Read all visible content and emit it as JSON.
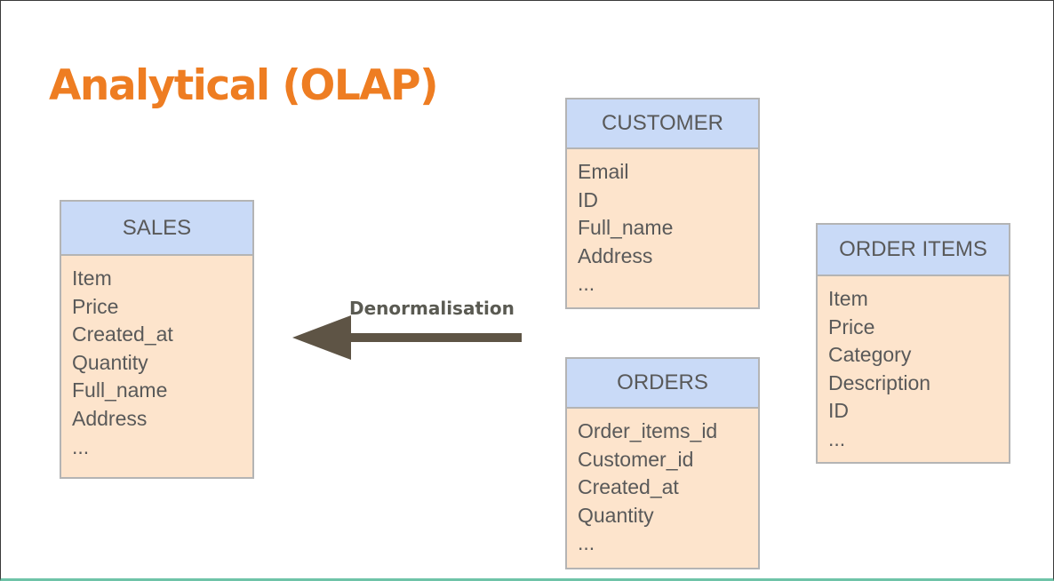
{
  "title": "Analytical (OLAP)",
  "arrow": {
    "label": "Denormalisation",
    "color": "#5e5445"
  },
  "colors": {
    "title": "#ee7d22",
    "header_bg": "#c9daf7",
    "body_bg": "#fde4cc",
    "border": "#b4b4b4",
    "text": "#595959"
  },
  "tables": {
    "sales": {
      "name": "SALES",
      "fields": [
        "Item",
        "Price",
        "Created_at",
        "Quantity",
        "Full_name",
        "Address",
        "..."
      ]
    },
    "customer": {
      "name": "CUSTOMER",
      "fields": [
        "Email",
        "ID",
        "Full_name",
        "Address",
        "..."
      ]
    },
    "orders": {
      "name": "ORDERS",
      "fields": [
        "Order_items_id",
        "Customer_id",
        "Created_at",
        "Quantity",
        "..."
      ]
    },
    "order_items": {
      "name": "ORDER ITEMS",
      "fields": [
        "Item",
        "Price",
        "Category",
        "Description",
        "ID",
        "..."
      ]
    }
  }
}
